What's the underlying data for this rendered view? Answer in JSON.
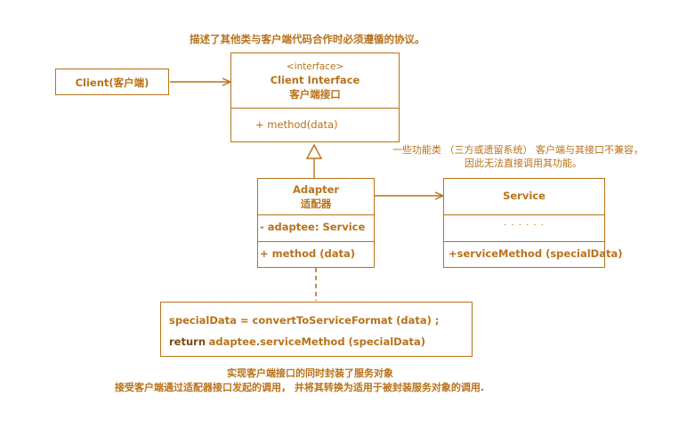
{
  "top_note": "描述了其他类与客户端代码合作时必须遵循的协议。",
  "client": {
    "label": "Client(客户端)"
  },
  "client_interface": {
    "stereotype": "<interface>",
    "name": "Client Interface",
    "name_cn": "客户端接口",
    "method": "+ method(data)"
  },
  "side_note": {
    "line1": "一些功能类 （三方或遗留系统） 客户端与其接口不兼容，",
    "line2": "因此无法直接调用其功能。"
  },
  "adapter": {
    "name": "Adapter",
    "name_cn": "适配器",
    "field": "- adaptee: Service",
    "method": "+ method (data)"
  },
  "service": {
    "name": "Service",
    "dots": "· · · · · ·",
    "method": "+serviceMethod (specialData)"
  },
  "code_note": {
    "line1": "specialData = convertToServiceFormat (data) ;",
    "line2_kw": "return",
    "line2_rest": "adaptee.serviceMethod (specialData)"
  },
  "bottom_note": {
    "line1": "实现客户端接口的同时封装了服务对象",
    "line2": "接受客户端通过适配器接口发起的调用， 并将其转换为适用于被封装服务对象的调用."
  }
}
